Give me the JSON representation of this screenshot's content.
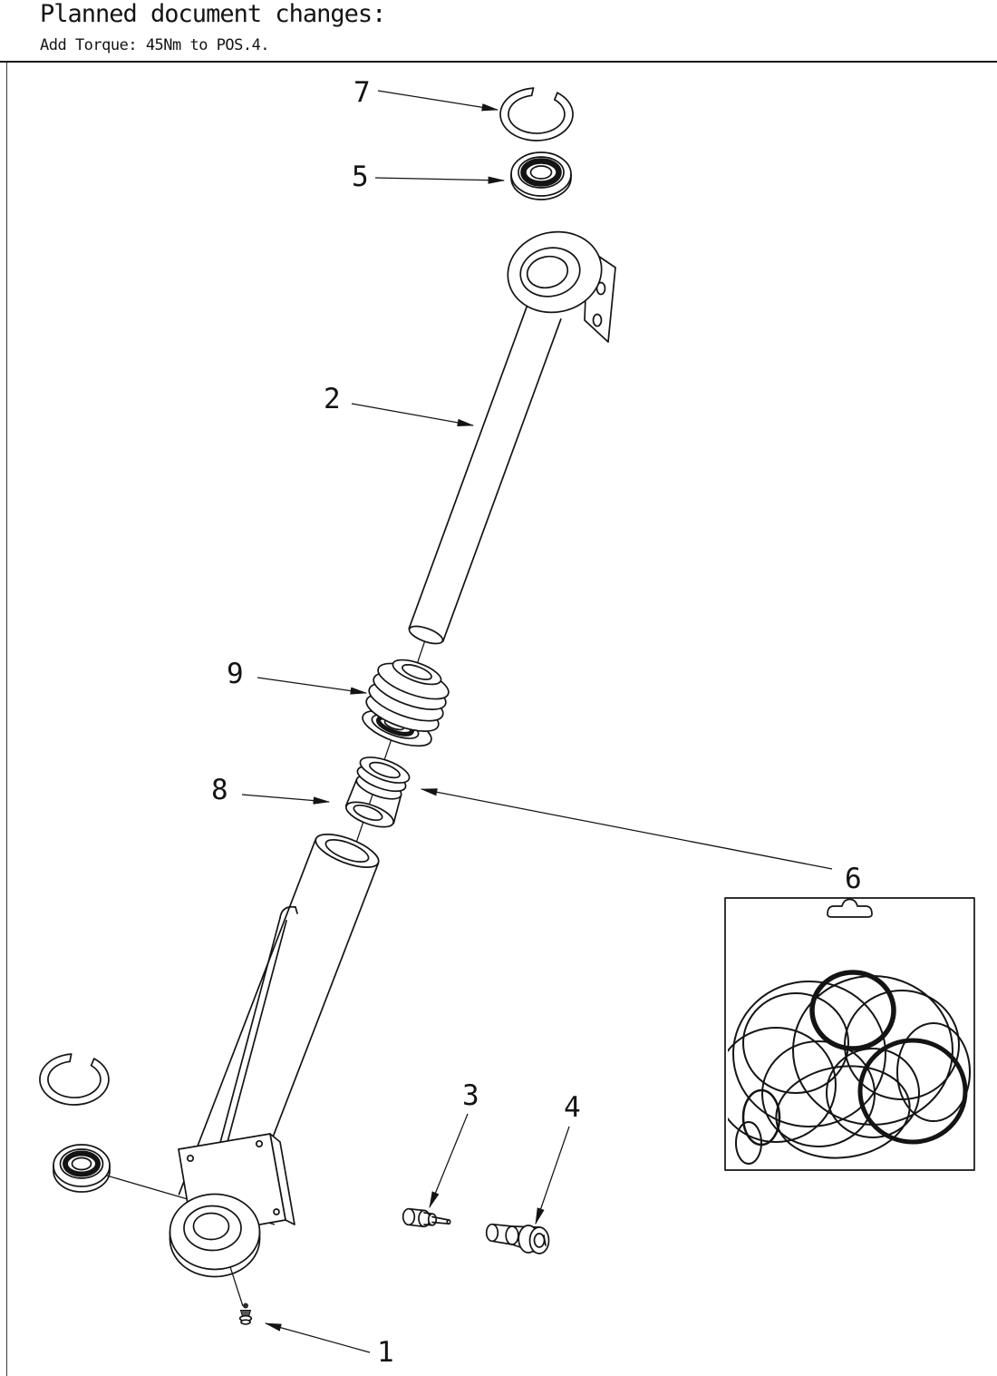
{
  "header": {
    "title": "Planned document changes:",
    "subtitle": "Add Torque: 45Nm to POS.4."
  },
  "diagram": {
    "ink_color": "#141414",
    "part_labels": {
      "p1": "1",
      "p2": "2",
      "p3": "3",
      "p4": "4",
      "p5": "5",
      "p6": "6",
      "p7": "7",
      "p8": "8",
      "p9": "9"
    }
  }
}
